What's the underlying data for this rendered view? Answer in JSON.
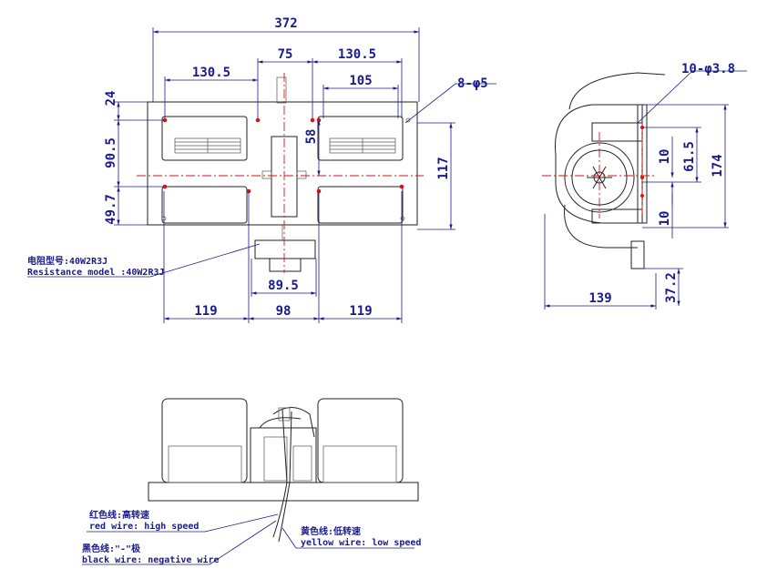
{
  "front_view": {
    "dims": {
      "overall_width": "372",
      "left_span": "130.5",
      "center_span": "75",
      "right_span": "130.5",
      "right_inner": "105",
      "mount_holes": "8-φ5",
      "top_offset": "24",
      "hole_spacing_v": "90.5",
      "bottom_offset": "49.7",
      "inner_58": "58",
      "height_117": "117",
      "resistor_width": "89.5",
      "bottom_left": "119",
      "bottom_center": "98",
      "bottom_right": "119"
    },
    "resistor_note_cn": "电阻型号:40W2R3J",
    "resistor_note_en": "Resistance model :40W2R3J"
  },
  "side_view": {
    "dims": {
      "holes": "10-φ3.8",
      "d61_5": "61.5",
      "d10_top": "10",
      "d174": "174",
      "d10_bottom": "10",
      "d139": "139",
      "d37_2": "37.2"
    }
  },
  "bottom_view": {
    "wires": {
      "red_cn": "红色线:高转速",
      "red_en": "red wire: high speed",
      "black_cn": "黑色线:\"-\"极",
      "black_en": "black wire: negative wire",
      "yellow_cn": "黄色线:低转速",
      "yellow_en": "yellow wire: low speed"
    }
  },
  "colors": {
    "dimension": "#1a1a8c",
    "centerline": "#dd1111",
    "outline": "#222222"
  }
}
